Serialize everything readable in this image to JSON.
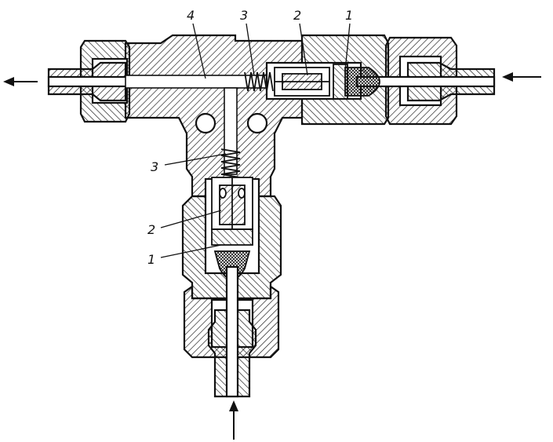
{
  "diagram": {
    "labels": {
      "top_1": "1",
      "top_2": "2",
      "top_3": "3",
      "top_4": "4",
      "vert_3": "3",
      "vert_2": "2",
      "vert_1": "1"
    },
    "arrows": {
      "outlet": "left",
      "inlet_right": "left",
      "inlet_bottom": "up"
    },
    "colors": {
      "line": "#111111",
      "fill": "#ffffff",
      "hatch": "#111111"
    }
  }
}
